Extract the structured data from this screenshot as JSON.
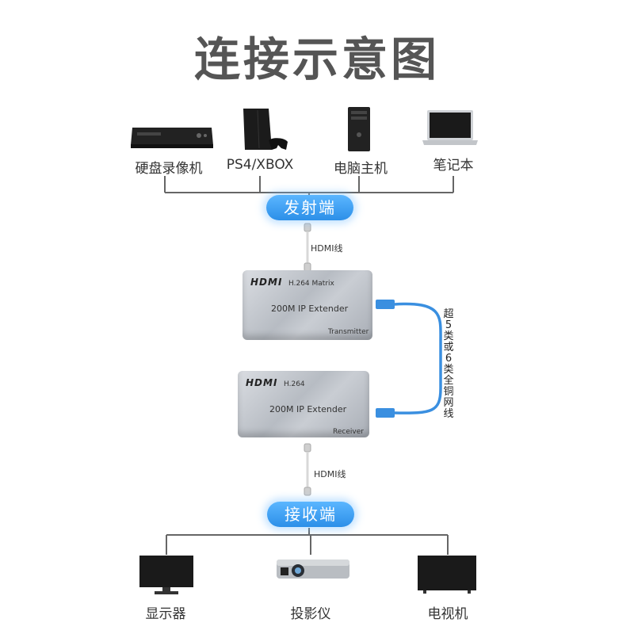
{
  "title": "连接示意图",
  "sources": [
    {
      "label": "硬盘录像机",
      "icon": "dvr-icon"
    },
    {
      "label": "PS4/XBOX",
      "icon": "game-console-icon"
    },
    {
      "label": "电脑主机",
      "icon": "desktop-pc-icon"
    },
    {
      "label": "笔记本",
      "icon": "laptop-icon"
    }
  ],
  "sender_label": "发射端",
  "receiver_label": "接收端",
  "hdmi_cable_top": "HDMI线",
  "hdmi_cable_bottom": "HDMI线",
  "lan_cable_label": "超5类或6类全铜网线",
  "transmitter": {
    "brand": "HDMI",
    "model": "H.264  Matrix",
    "name": "200M IP Extender",
    "role": "Transmitter"
  },
  "receiver": {
    "brand": "HDMI",
    "model": "H.264",
    "name": "200M IP Extender",
    "role": "Receiver"
  },
  "displays": [
    {
      "label": "显示器",
      "icon": "monitor-icon"
    },
    {
      "label": "投影仪",
      "icon": "projector-icon"
    },
    {
      "label": "电视机",
      "icon": "tv-icon"
    }
  ],
  "colors": {
    "accent": "#2c8fe8",
    "cable": "#3a8fe0",
    "line": "#666666"
  }
}
